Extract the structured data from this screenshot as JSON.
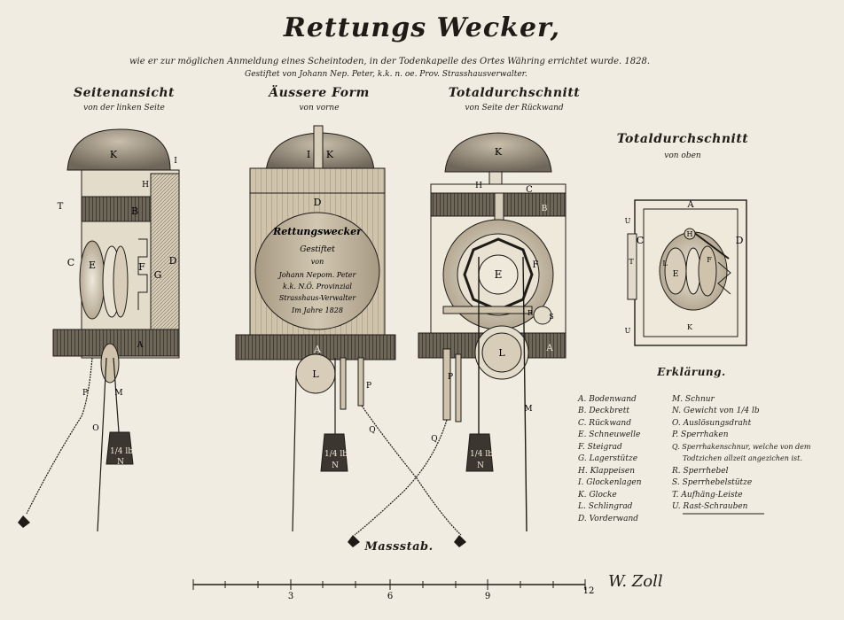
{
  "title": "Rettungs Wecker,",
  "subtitle_line1": "wie er zur möglichen Anmeldung eines Scheintoden, in der Todenkapelle des Ortes Währing errichtet wurde. 1828.",
  "subtitle_line2": "Gestiftet von Johann Nep. Peter, k.k. n. oe. Prov. Strasshausverwalter.",
  "views": [
    {
      "heading": "Seitenansicht",
      "subheading": "von der linken Seite"
    },
    {
      "heading": "Äussere Form",
      "subheading": "von vorne"
    },
    {
      "heading": "Totaldurchschnitt",
      "subheading": "von Seite der Rückwand"
    },
    {
      "heading": "Totaldurchschnitt",
      "subheading": "von oben"
    }
  ],
  "plaque": {
    "l1": "Rettungswecker",
    "l2": "Gestiftet",
    "l3": "von",
    "l4": "Johann Nepom. Peter",
    "l5": "k.k. N.Ö. Provinzial",
    "l6": "Strasshaus-Verwalter",
    "l7": "Im Jahre 1828"
  },
  "weight_label": "1/4 lb",
  "letters": {
    "A": "A",
    "B": "B",
    "C": "C",
    "D": "D",
    "E": "E",
    "F": "F",
    "G": "G",
    "H": "H",
    "I": "I",
    "K": "K",
    "L": "L",
    "M": "M",
    "N": "N",
    "O": "O",
    "P": "P",
    "Q": "Q",
    "R": "R",
    "S": "S",
    "T": "T",
    "U": "U"
  },
  "legend": {
    "title": "Erklärung.",
    "left": [
      "A. Bodenwand",
      "B. Deckbrett",
      "C. Rückwand",
      "E. Schneuwelle",
      "F. Steigrad",
      "G. Lagerstütze",
      "H. Klappeisen",
      "I. Glockenlagen",
      "K. Glocke",
      "L. Schlingrad",
      "D. Vorderwand"
    ],
    "right": [
      "M. Schnur",
      "N. Gewicht von 1/4 lb",
      "O. Auslösungsdraht",
      "P. Sperrhaken",
      "Q. Sperrhakenschnur, welche von dem",
      "Todtzichen allzeit angezichen ist.",
      "R. Sperrhebel",
      "S. Sperrhebelstütze",
      "T. Aufhäng-Leiste",
      "U. Rast-Schrauben"
    ]
  },
  "scale": {
    "title": "Massstab.",
    "ticks": [
      "3",
      "6",
      "9",
      "12"
    ]
  },
  "signature": "W. Zoll"
}
